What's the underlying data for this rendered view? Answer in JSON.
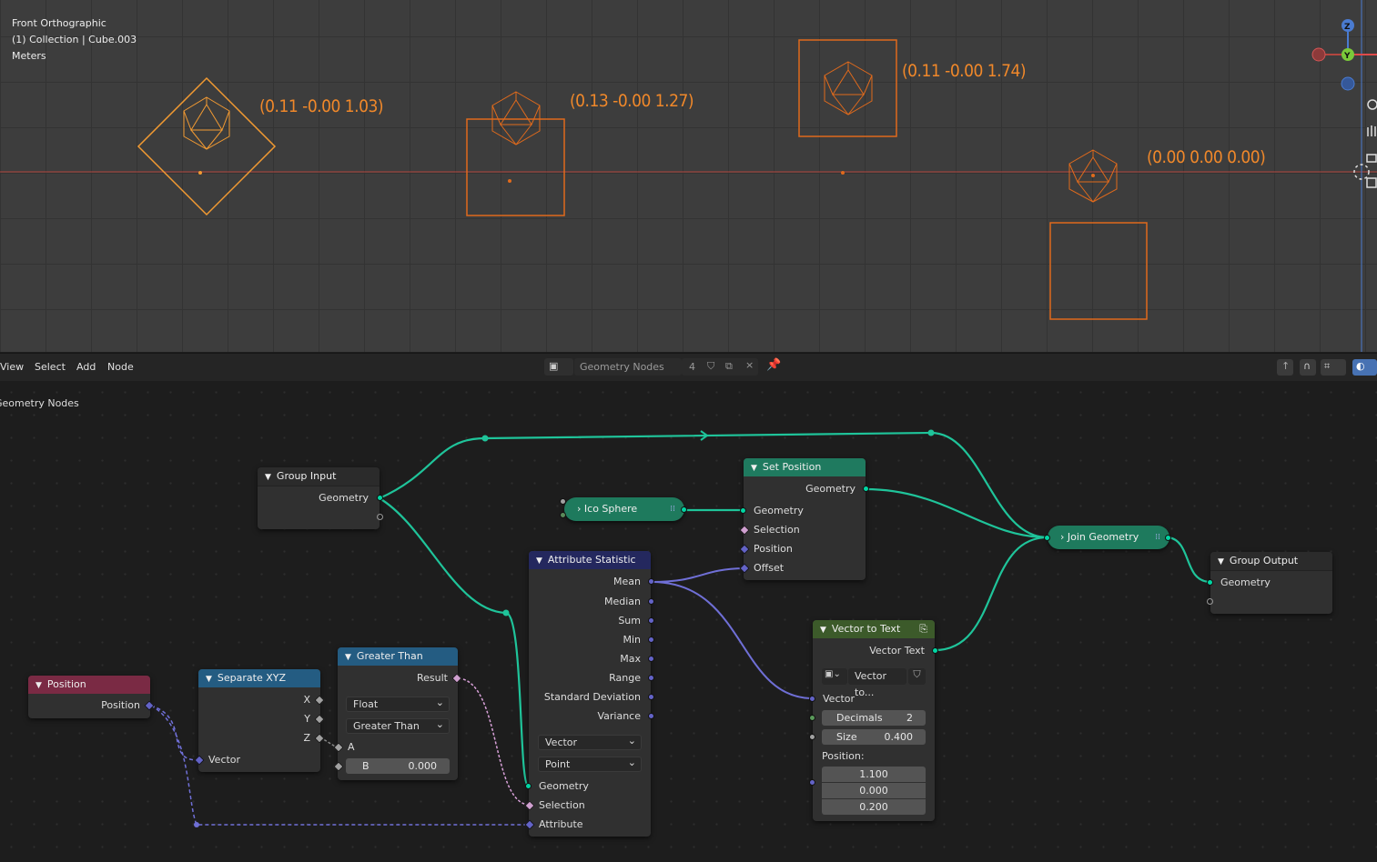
{
  "viewport": {
    "view_name": "Front Orthographic",
    "collection": "(1) Collection | Cube.003",
    "units": "Meters",
    "coord_labels": [
      "(0.11 -0.00 1.03)",
      "(0.13 -0.00 1.27)",
      "(0.11 -0.00 1.74)",
      "(0.00 0.00 0.00)"
    ],
    "gizmo": {
      "z": "Z",
      "y": "Y"
    }
  },
  "header": {
    "menus": [
      "View",
      "Select",
      "Add",
      "Node"
    ],
    "node_group_name": "Geometry Nodes",
    "users_count": "4",
    "breadcrumb": "Geometry Nodes"
  },
  "nodes": {
    "group_input": {
      "title": "Group Input",
      "geometry": "Geometry"
    },
    "ico_sphere": {
      "title": "Ico Sphere"
    },
    "set_position": {
      "title": "Set Position",
      "out_geometry": "Geometry",
      "in_geometry": "Geometry",
      "selection": "Selection",
      "position": "Position",
      "offset": "Offset"
    },
    "join_geometry": {
      "title": "Join Geometry"
    },
    "group_output": {
      "title": "Group Output",
      "geometry": "Geometry"
    },
    "attribute_statistic": {
      "title": "Attribute Statistic",
      "outputs": [
        "Mean",
        "Median",
        "Sum",
        "Min",
        "Max",
        "Range",
        "Standard Deviation",
        "Variance"
      ],
      "data_type": "Vector",
      "domain": "Point",
      "inputs": [
        "Geometry",
        "Selection",
        "Attribute"
      ]
    },
    "vector_to_text": {
      "title": "Vector to Text",
      "output": "Vector Text",
      "text_field": "Vector to...",
      "vector": "Vector",
      "decimals_label": "Decimals",
      "decimals_value": "2",
      "size_label": "Size",
      "size_value": "0.400",
      "position_label": "Position:",
      "position_values": [
        "1.100",
        "0.000",
        "0.200"
      ]
    },
    "position": {
      "title": "Position",
      "output": "Position"
    },
    "separate_xyz": {
      "title": "Separate XYZ",
      "x": "X",
      "y": "Y",
      "z": "Z",
      "vector": "Vector"
    },
    "greater_than": {
      "title": "Greater Than",
      "result": "Result",
      "type": "Float",
      "mode": "Greater Than",
      "a": "A",
      "b_label": "B",
      "b_value": "0.000"
    }
  }
}
